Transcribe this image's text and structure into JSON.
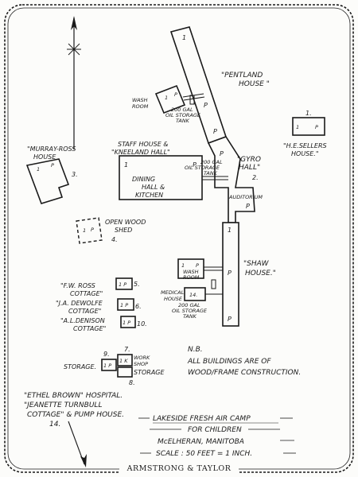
{
  "buildings": {
    "pentland": {
      "label1": "\"PENTLAND",
      "label2": "HOUSE \"",
      "letters": [
        "1",
        "P",
        "P"
      ]
    },
    "wash_room_north": {
      "label1": "WASH",
      "label2": "ROOM",
      "letters": [
        "1",
        "P"
      ]
    },
    "tank_north": {
      "label1": "200 GAL",
      "label2": "OIL STORAGE",
      "label3": "TANK"
    },
    "staff_house": {
      "label1": "STAFF HOUSE &",
      "label2": "\"KNEELAND HALL\"",
      "inner1": "DINING",
      "inner2": "HALL &",
      "inner3": "KITCHEN",
      "letters": [
        "1",
        "P"
      ]
    },
    "tank_mid": {
      "label1": "200 GAL",
      "label2": "OIL STORAGE",
      "label3": "TANK"
    },
    "gyro_hall": {
      "label1": "\"GYRO",
      "label2": "HALL\"",
      "number": "2.",
      "letters": [
        "P",
        "P",
        "1"
      ]
    },
    "auditorium": {
      "label": "AUDITORIUM"
    },
    "sellers": {
      "label1": "\"H.E.SELLERS",
      "label2": "HOUSE.\"",
      "number": "1.",
      "letters": [
        "1",
        "P"
      ]
    },
    "murray_ross": {
      "label1": "\"MURRAY-ROSS",
      "label2": "HOUSE",
      "number": "3.",
      "letters": [
        "1",
        "P"
      ]
    },
    "wood_shed": {
      "label1": "OPEN WOOD",
      "label2": "SHED",
      "number": "4.",
      "letters": [
        "1",
        "P"
      ]
    },
    "shaw": {
      "label1": "\"SHAW",
      "label2": "HOUSE.\"",
      "letters": [
        "1",
        "P",
        "P"
      ]
    },
    "wash_room_south": {
      "label1": "WASH",
      "label2": "ROOM",
      "letters": [
        "1",
        "P"
      ]
    },
    "medical": {
      "label1": "MEDICAL",
      "label2": "HOUSE",
      "inner": "14."
    },
    "tank_south": {
      "label1": "200 GAL",
      "label2": "OIL STORAGE",
      "label3": "TANK"
    },
    "fw_ross": {
      "label1": "\"F.W. ROSS",
      "label2": "COTTAGE\"",
      "number": "5.",
      "letters": "1 P"
    },
    "dewolfe": {
      "label1": "\"J.A. DEWOLFE",
      "label2": "COTTAGE\"",
      "number": "6.",
      "letters": "1 P"
    },
    "denison": {
      "label1": "\"A.L.DENISON",
      "label2": "COTTAGE\"",
      "number": "10.",
      "letters": "1 P"
    },
    "work_shop": {
      "label1": "WORK",
      "label2": "SHOP",
      "number": "7."
    },
    "storage_west": {
      "label": "STORAGE.",
      "number": "9.",
      "letters": "1 P"
    },
    "storage_east": {
      "label": "STORAGE",
      "number": "8.",
      "letters": "1 K"
    }
  },
  "notes": {
    "hospital1": "\"ETHEL BROWN\" HOSPITAL.",
    "hospital2": "\"JEANETTE TURNBULL",
    "hospital3": "COTTAGE\" & PUMP HOUSE.",
    "hospital_num": "14.",
    "nb1": "N.B.",
    "nb2": "ALL BUILDINGS ARE OF",
    "nb3": "WOOD/FRAME CONSTRUCTION."
  },
  "title_block": {
    "line1": "LAKESIDE FRESH AIR CAMP",
    "line2": "FOR CHILDREN",
    "line3": "McELHERAN, MANITOBA",
    "line4": "SCALE : 50 FEET = 1 INCH."
  },
  "footer": {
    "maker": "ARMSTRONG & TAYLOR"
  }
}
